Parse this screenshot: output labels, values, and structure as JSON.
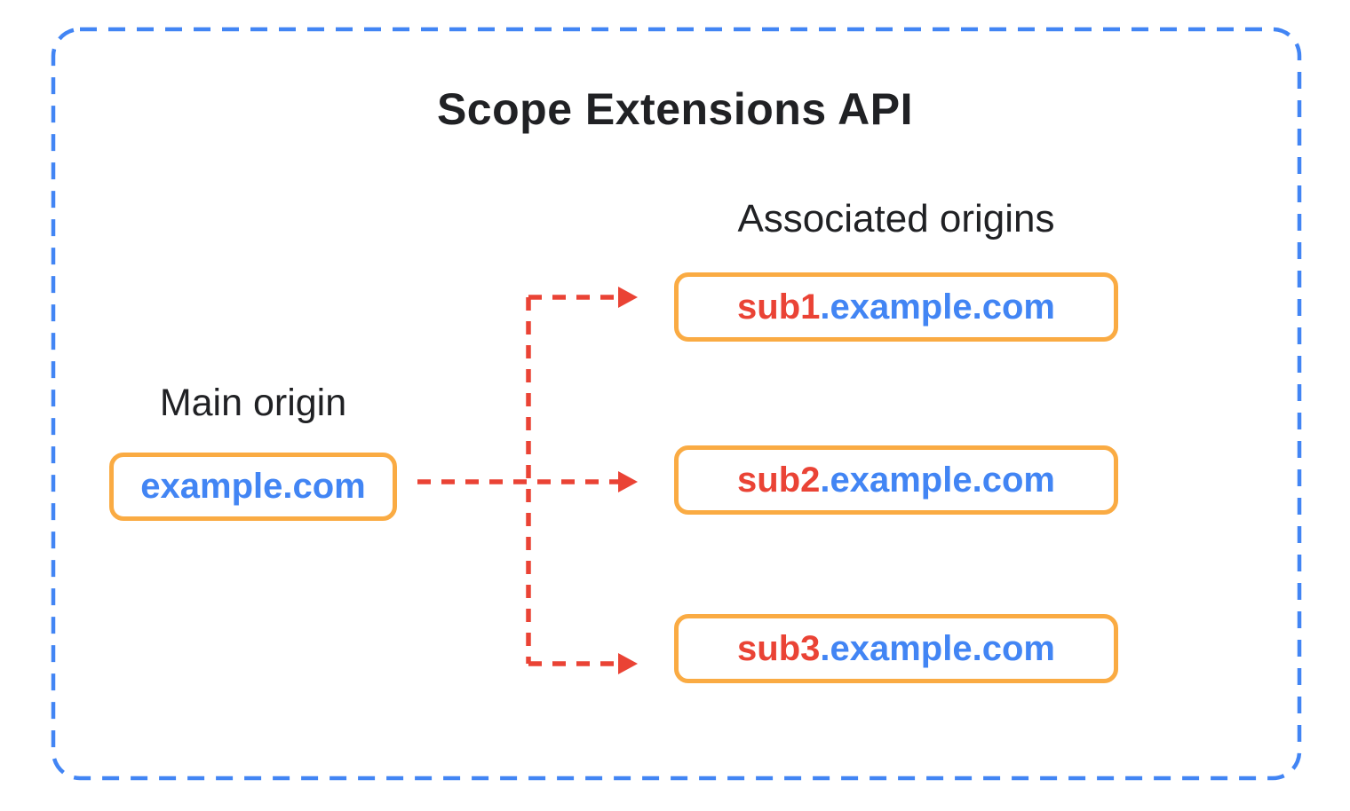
{
  "title": "Scope Extensions API",
  "main_origin": {
    "label": "Main origin",
    "domain": "example.com"
  },
  "associated_origins": {
    "label": "Associated origins",
    "items": [
      {
        "prefix": "sub1",
        "suffix": ".example.com"
      },
      {
        "prefix": "sub2",
        "suffix": ".example.com"
      },
      {
        "prefix": "sub3",
        "suffix": ".example.com"
      }
    ]
  },
  "colors": {
    "outer_border_blue": "#4285F4",
    "box_border_orange": "#FAAB43",
    "arrow_red": "#EA4335",
    "domain_text_blue": "#4285F4",
    "subdomain_text_red": "#EA4335",
    "heading_text": "#202124",
    "background": "#FFFFFF"
  }
}
